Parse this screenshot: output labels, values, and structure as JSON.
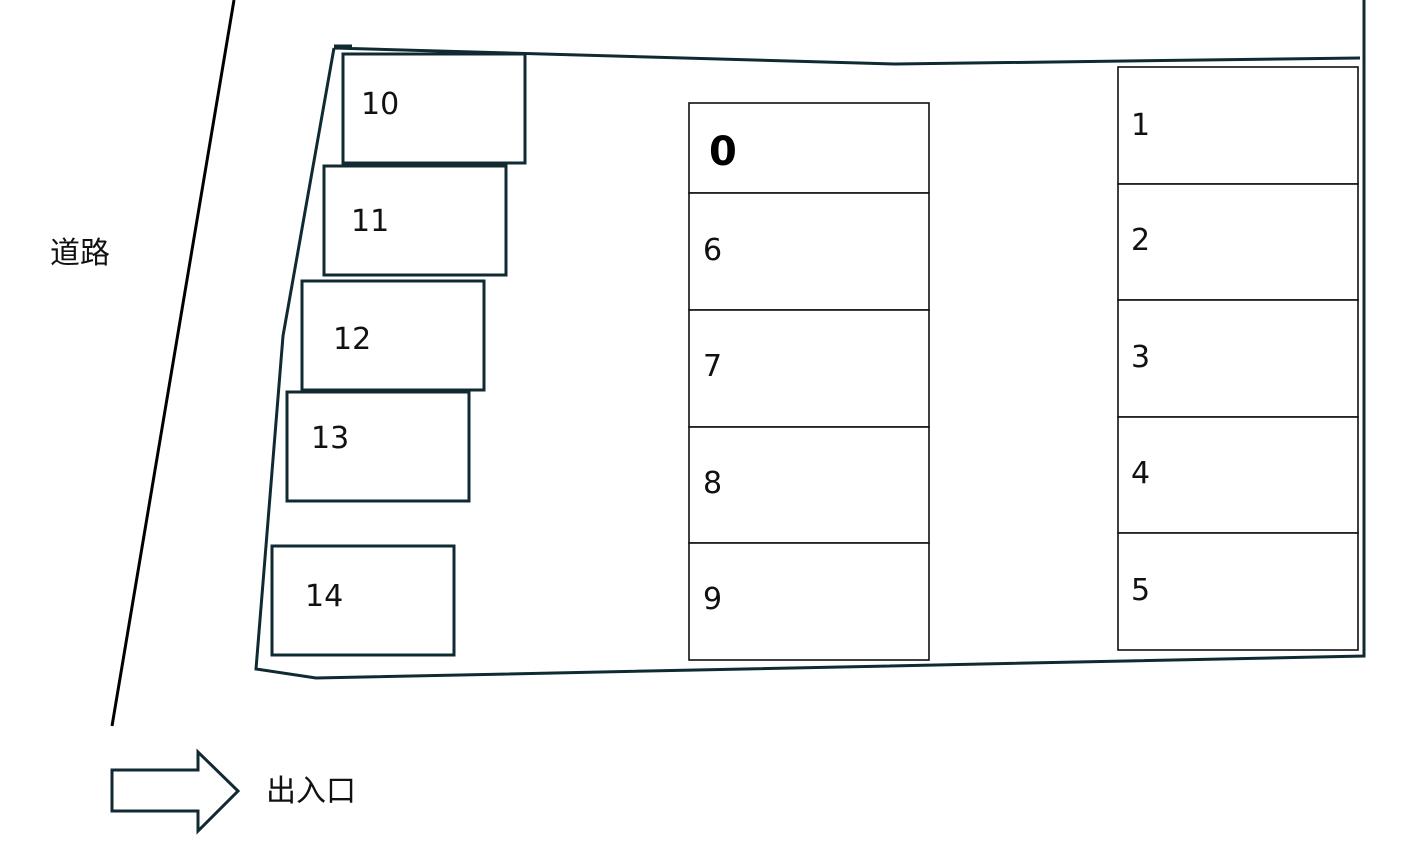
{
  "colors": {
    "outline": "#102a32",
    "stroke": "#111111",
    "background": "#ffffff"
  },
  "labels": {
    "road": "道路",
    "entrance": "出入口"
  },
  "icons": {
    "entrance_arrow": "arrow-right-icon"
  },
  "spaces": {
    "left_column": [
      "10",
      "11",
      "12",
      "13",
      "14"
    ],
    "center_column_top": "0",
    "center_column": [
      "6",
      "7",
      "8",
      "9"
    ],
    "right_column": [
      "1",
      "2",
      "3",
      "4",
      "5"
    ]
  }
}
